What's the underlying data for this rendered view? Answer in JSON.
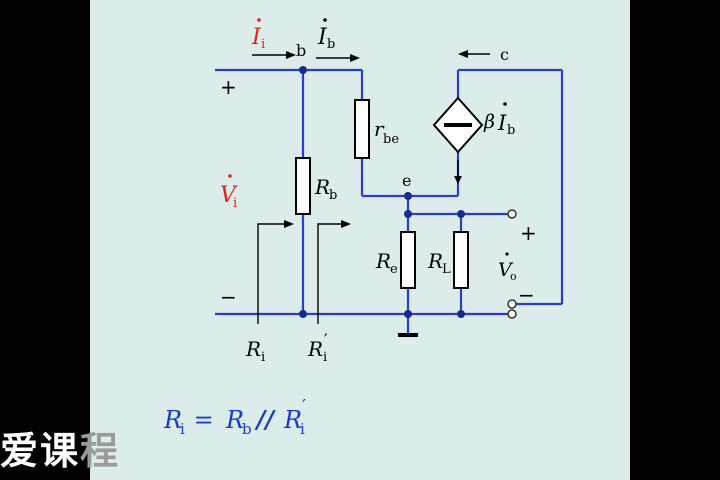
{
  "diagram": {
    "nodes": {
      "b": "b",
      "c": "c",
      "e": "e"
    },
    "currents": {
      "input": "I",
      "input_sub": "i",
      "base": "I",
      "base_sub": "b"
    },
    "components": {
      "rbe": {
        "main": "r",
        "sub": "be"
      },
      "rb": {
        "main": "R",
        "sub": "b"
      },
      "re": {
        "main": "R",
        "sub": "e"
      },
      "rl": {
        "main": "R",
        "sub": "L"
      },
      "source": {
        "beta": "β",
        "current": "I",
        "sub": "b"
      }
    },
    "voltages": {
      "input": "V",
      "input_sub": "i",
      "output": "V",
      "output_sub": "o"
    },
    "polarity": {
      "plus": "+",
      "minus": "−"
    },
    "resistances": {
      "ri": "R",
      "ri_sub": "i",
      "ri_prime": "R",
      "ri_prime_sub": "i",
      "prime": "′"
    },
    "formula": {
      "lhs": "R",
      "lhs_sub": "i",
      "eq": " = ",
      "rb": "R",
      "rb_sub": "b",
      "par": " // ",
      "rhs": "R",
      "rhs_sub": "i",
      "prime": "′"
    }
  },
  "watermark": {
    "text_a": "爱课",
    "text_b": "程"
  },
  "colors": {
    "wire": "#2a3cd0",
    "highlight": "#e0201a",
    "background": "#dcecea"
  }
}
